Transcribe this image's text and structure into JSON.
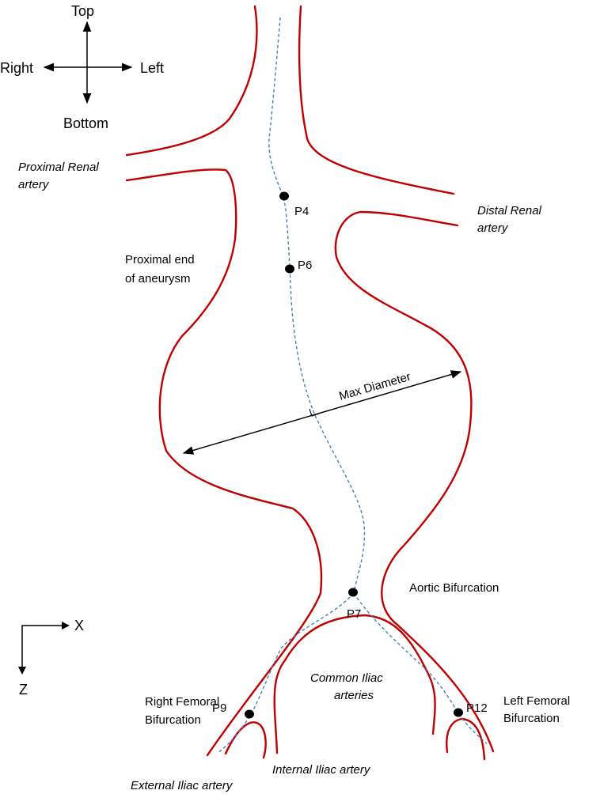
{
  "orientation": {
    "top": "Top",
    "bottom": "Bottom",
    "right": "Right",
    "left": "Left"
  },
  "axes": {
    "x": "X",
    "z": "Z"
  },
  "labels": {
    "proximal_renal_line1": "Proximal Renal",
    "proximal_renal_line2": "artery",
    "distal_renal_line1": "Distal Renal",
    "distal_renal_line2": "artery",
    "proximal_end_line1": "Proximal end",
    "proximal_end_line2": "of aneurysm",
    "max_diameter": "Max Diameter",
    "aortic_bifurcation": "Aortic Bifurcation",
    "common_iliac_line1": "Common Iliac",
    "common_iliac_line2": "arteries",
    "right_femoral_line1": "Right Femoral",
    "right_femoral_line2": "Bifurcation",
    "left_femoral_line1": "Left Femoral",
    "left_femoral_line2": "Bifurcation",
    "internal_iliac": "Internal Iliac artery",
    "external_iliac": "External Iliac artery"
  },
  "points": {
    "p4": "P4",
    "p6": "P6",
    "p7": "P7",
    "p9": "P9",
    "p12": "P12"
  },
  "colors": {
    "vessel_wall": "#c00000",
    "centerline": "#4a7fb8",
    "marker": "#000000"
  }
}
